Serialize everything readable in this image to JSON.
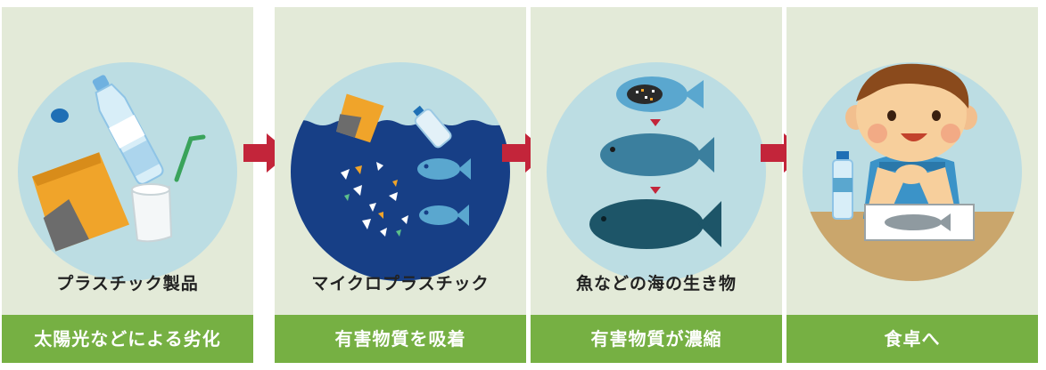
{
  "panels": [
    {
      "label": "プラスチック製品",
      "bar": "太陽光などによる劣化"
    },
    {
      "label": "マイクロプラスチック",
      "bar": "有害物質を吸着"
    },
    {
      "label": "魚などの海の生き物",
      "bar": "有害物質が濃縮"
    },
    {
      "label": "",
      "bar": "食卓へ"
    }
  ],
  "colors": {
    "panel_bg": "#e3ead8",
    "circle_bg": "#bcdde3",
    "bar": "#76b043",
    "arrow": "#c3253a",
    "sea": "#173f86",
    "fish_light": "#5aa7cf",
    "fish_mid": "#3b7f9e",
    "fish_dark": "#1d5568"
  },
  "icons": [
    "plastic-bottle-icon",
    "bottle-cap-icon",
    "snack-bag-icon",
    "plastic-cup-icon",
    "straw-icon",
    "ocean-icon",
    "fish-icon",
    "child-eating-icon"
  ]
}
